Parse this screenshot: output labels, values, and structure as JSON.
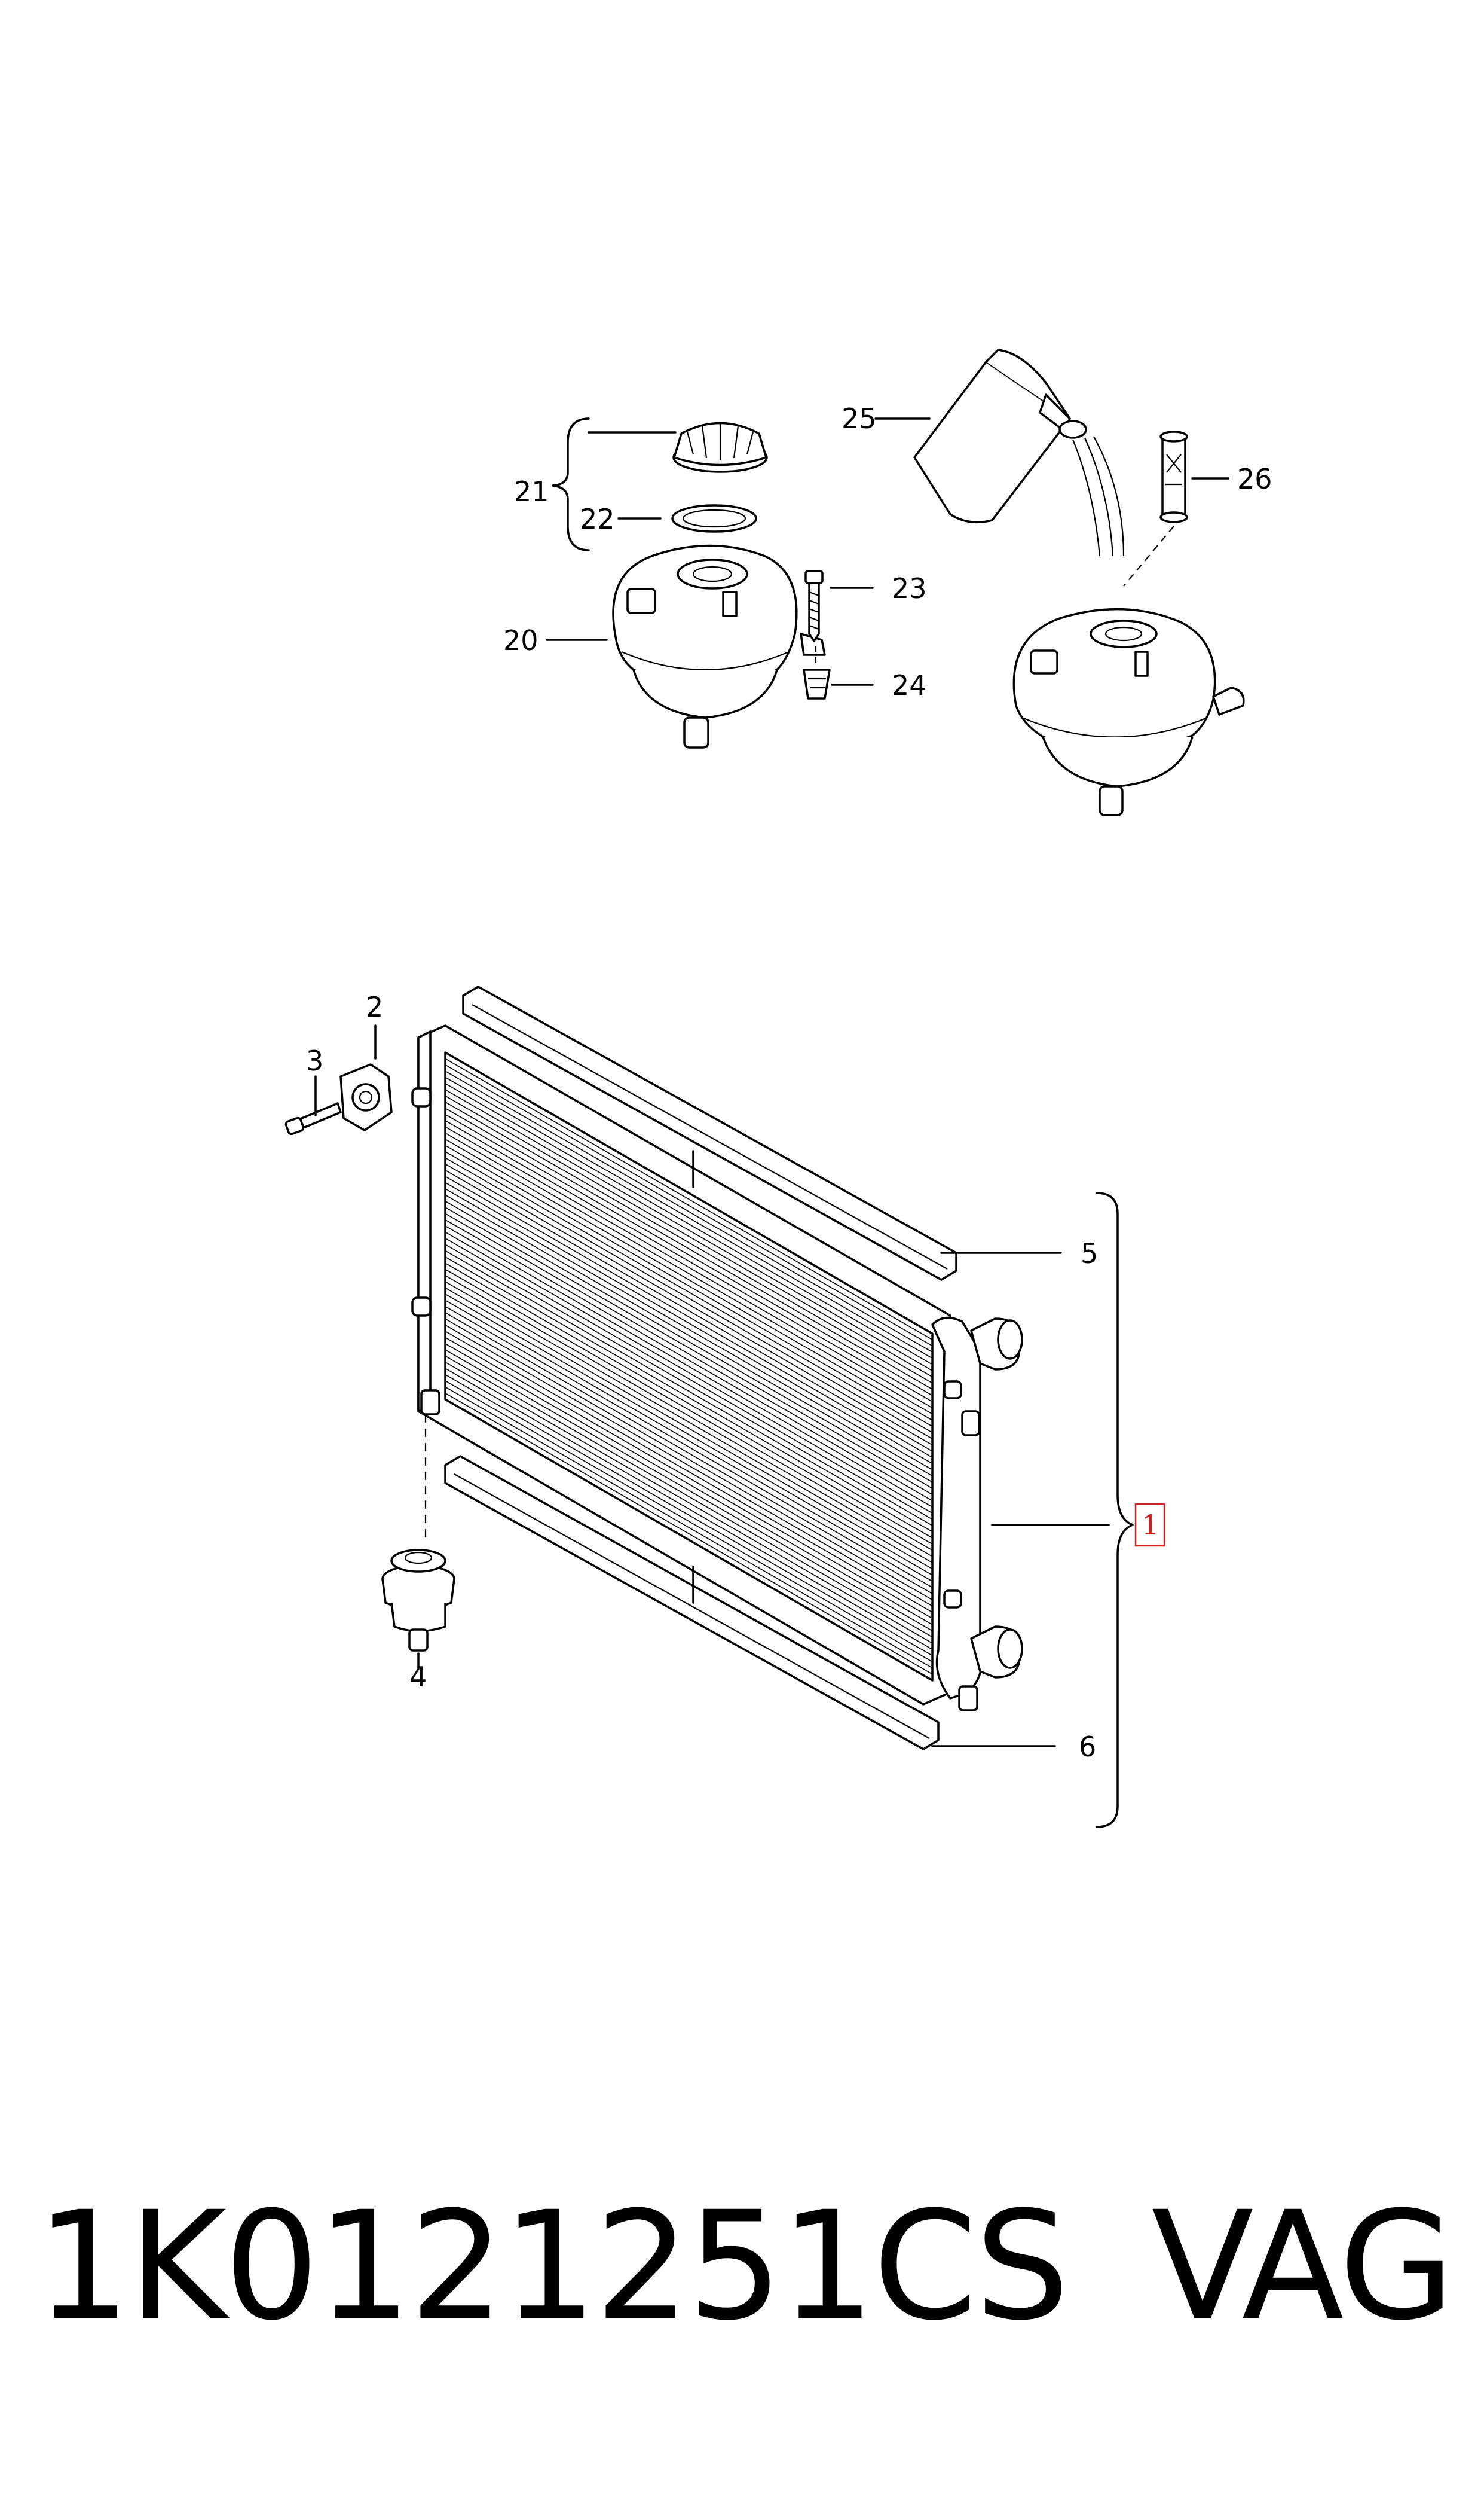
{
  "diagram": {
    "callouts": {
      "c1": "1",
      "c2": "2",
      "c3": "3",
      "c4": "4",
      "c5": "5",
      "c6": "6",
      "c20": "20",
      "c21": "21",
      "c22": "22",
      "c23": "23",
      "c24": "24",
      "c25": "25",
      "c26": "26"
    },
    "highlight_color": "#cc2222"
  },
  "footer": {
    "part_number": "1K0121251CS",
    "brand": "VAG"
  }
}
